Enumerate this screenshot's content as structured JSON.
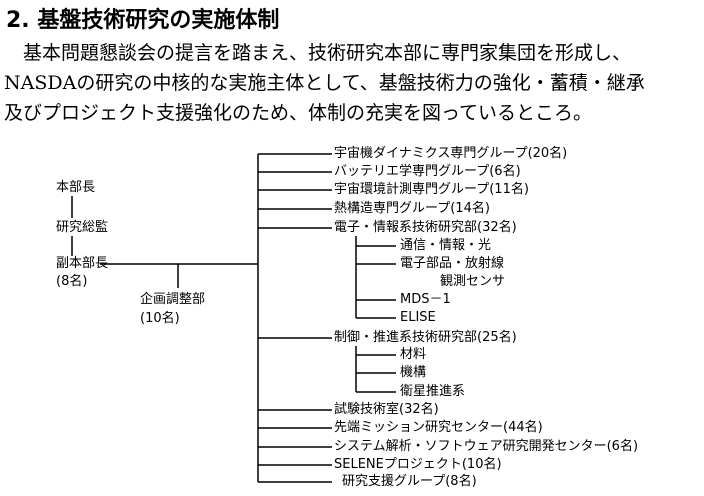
{
  "title": "2. 基盤技術研究の実施体制",
  "paragraph": [
    "　基本問題懇談会の提言を踏まえ、技術研究本部に専門家集団を形成し、",
    "NASDAの研究の中核的な実施主体として、基盤技術力の強化・蓄積・継承",
    "及びプロジェクト支援強化のため、体制の充実を図っているところ。"
  ],
  "hierarchy": {
    "head": "本部長",
    "supervisor": "研究総監",
    "deputy": "副本部長",
    "deputy_count": "(8名)",
    "planning": "企画調整部",
    "planning_count": "(10名)"
  },
  "groups": [
    "宇宙機ダイナミクス専門グループ(20名)",
    "バッテリエ学専門グループ(6名)",
    "宇宙環境計測専門グループ(11名)",
    "熱構造専門グループ(14名)",
    "電子・情報系技術研究部(32名)",
    "制御・推進系技術研究部(25名)",
    "試験技術室(32名)",
    "先端ミッション研究センター(44名)",
    "システム解析・ソフトウェア研究開発センター(6名)",
    "SELENEプロジェクト(10名)",
    "研究支援グループ(8名)"
  ],
  "electronics_subunits": [
    "通信・情報・光",
    "電子部品・放射線",
    "観測センサ",
    "MDS－1",
    "ELISE"
  ],
  "control_subunits": [
    "材料",
    "機構",
    "衛星推進系"
  ]
}
